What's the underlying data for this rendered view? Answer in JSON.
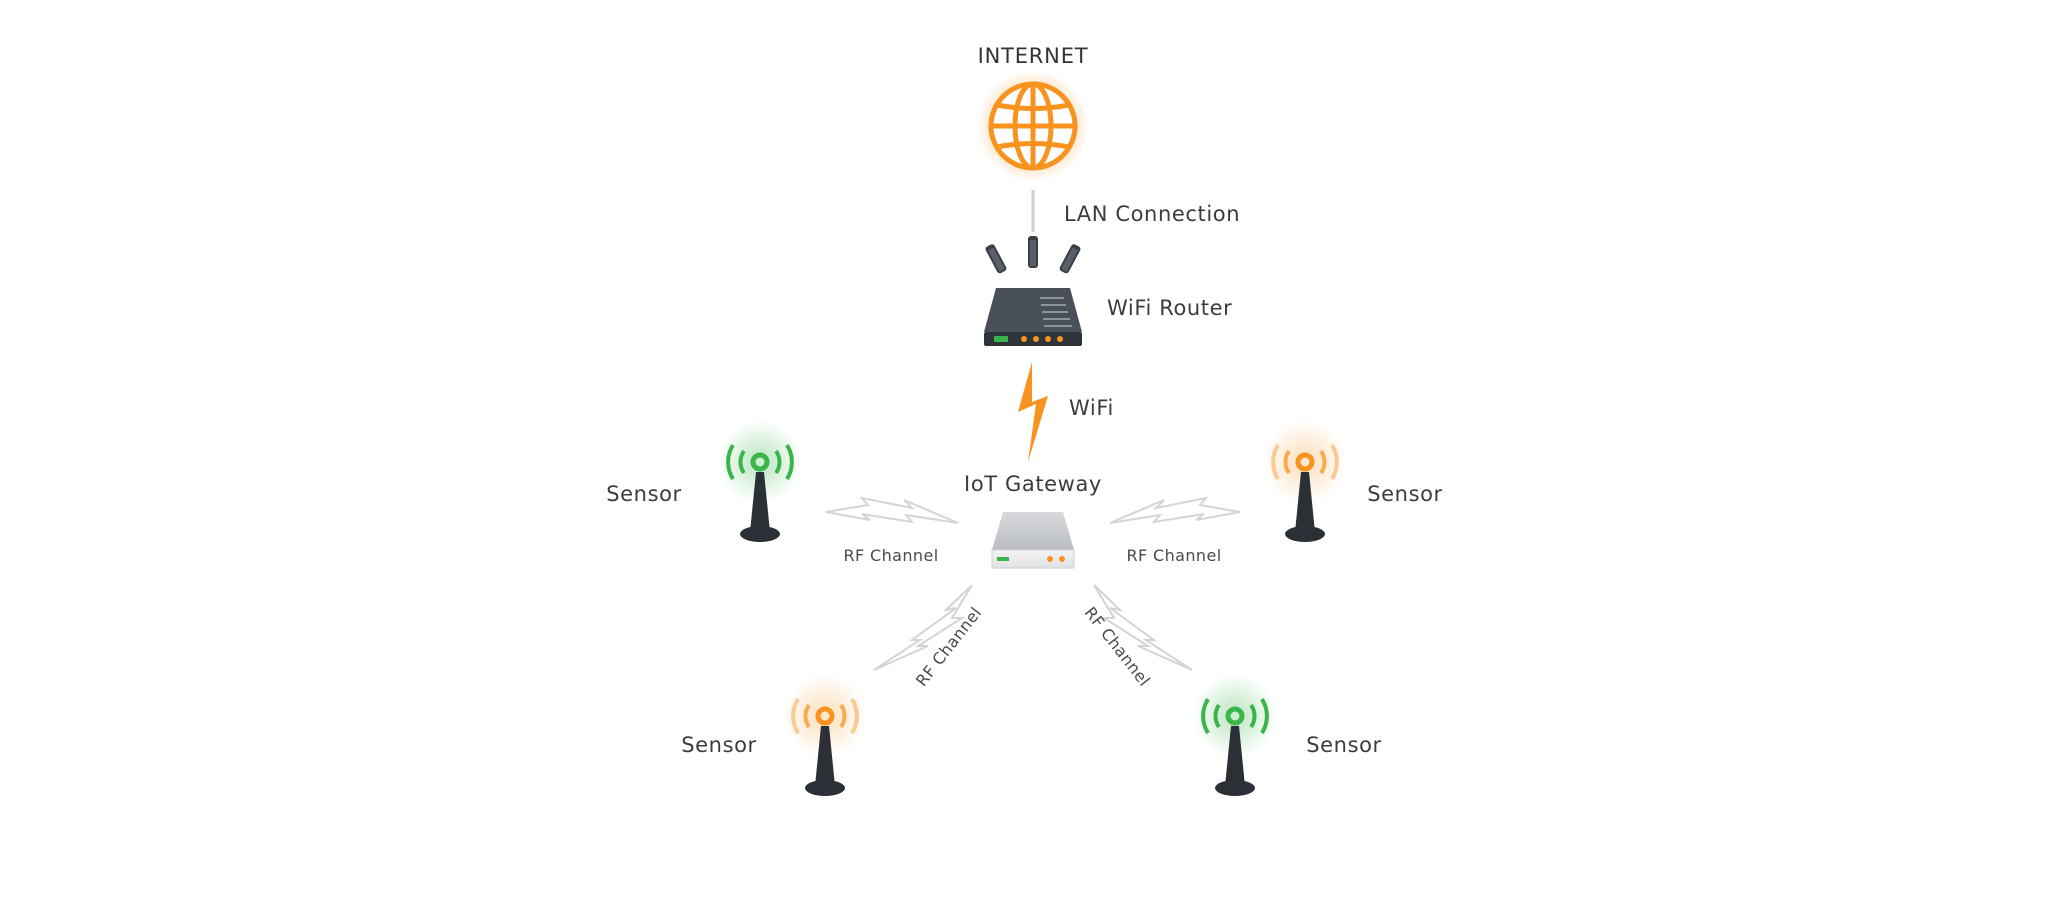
{
  "colors": {
    "orange": "#f7931e",
    "green": "#39b54a",
    "dark": "#2b2f36",
    "line_gray": "#cfcfcf",
    "text": "#3c3c3c"
  },
  "nodes": {
    "internet": {
      "label": "INTERNET",
      "icon": "globe-icon"
    },
    "router": {
      "label": "WiFi Router",
      "icon": "router-icon"
    },
    "gateway": {
      "label": "IoT Gateway",
      "icon": "gateway-icon"
    },
    "sensors": [
      {
        "label": "Sensor",
        "status_color": "green"
      },
      {
        "label": "Sensor",
        "status_color": "orange"
      },
      {
        "label": "Sensor",
        "status_color": "orange"
      },
      {
        "label": "Sensor",
        "status_color": "green"
      }
    ]
  },
  "links": {
    "lan": "LAN Connection",
    "wifi": "WiFi",
    "rf": [
      "RF Channel",
      "RF Channel",
      "RF Channel",
      "RF Channel"
    ]
  }
}
